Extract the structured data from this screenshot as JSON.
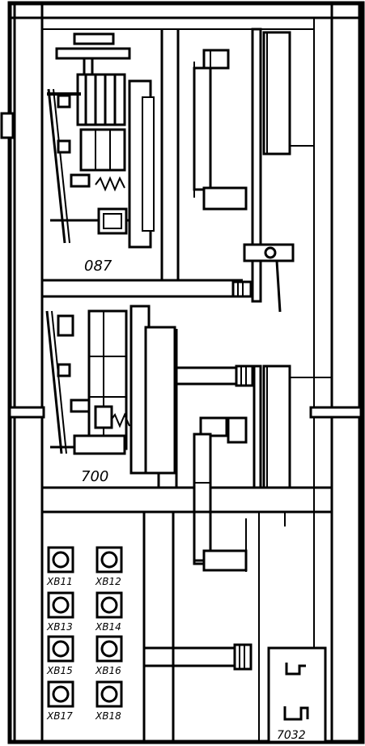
{
  "labels": {
    "upper_unit": "087",
    "middle_unit": "700",
    "cabinet_number": "7032"
  },
  "terminals": [
    {
      "label": "XB11"
    },
    {
      "label": "XB12"
    },
    {
      "label": "XB13"
    },
    {
      "label": "XB14"
    },
    {
      "label": "XB15"
    },
    {
      "label": "XB16"
    },
    {
      "label": "XB17"
    },
    {
      "label": "XB18"
    }
  ],
  "colors": {
    "ink": "#000000",
    "paper": "#ffffff"
  }
}
